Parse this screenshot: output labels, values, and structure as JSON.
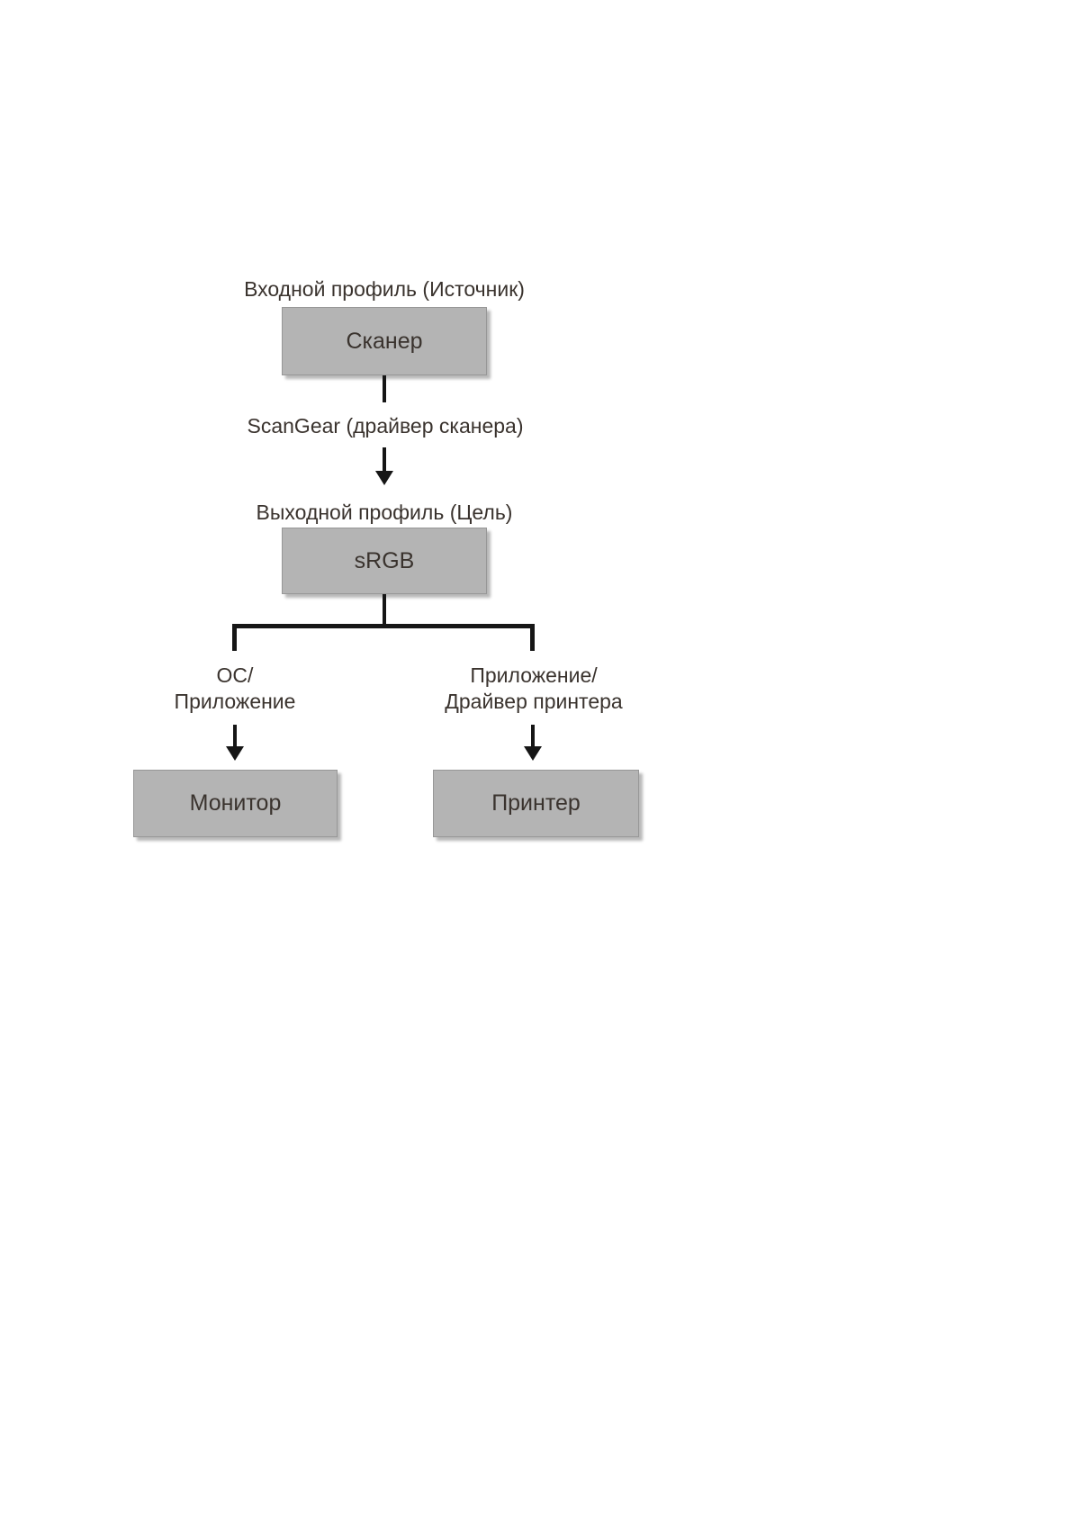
{
  "diagram": {
    "title_top": "Входной профиль (Источник)",
    "scanner": {
      "label": "Сканер"
    },
    "connector1_label": "ScanGear (драйвер сканера)",
    "title_middle": "Выходной профиль (Цель)",
    "srgb": {
      "label": "sRGB"
    },
    "left_branch": {
      "label_line1": "ОС/",
      "label_line2": "Приложение",
      "target": "Монитор"
    },
    "right_branch": {
      "label_line1": "Приложение/",
      "label_line2": "Драйвер принтера",
      "target": "Принтер"
    },
    "colors": {
      "background": "#ffffff",
      "box_fill": "#b4b4b4",
      "box_border": "#979797",
      "connector": "#161616",
      "text": "#3a332e"
    }
  }
}
